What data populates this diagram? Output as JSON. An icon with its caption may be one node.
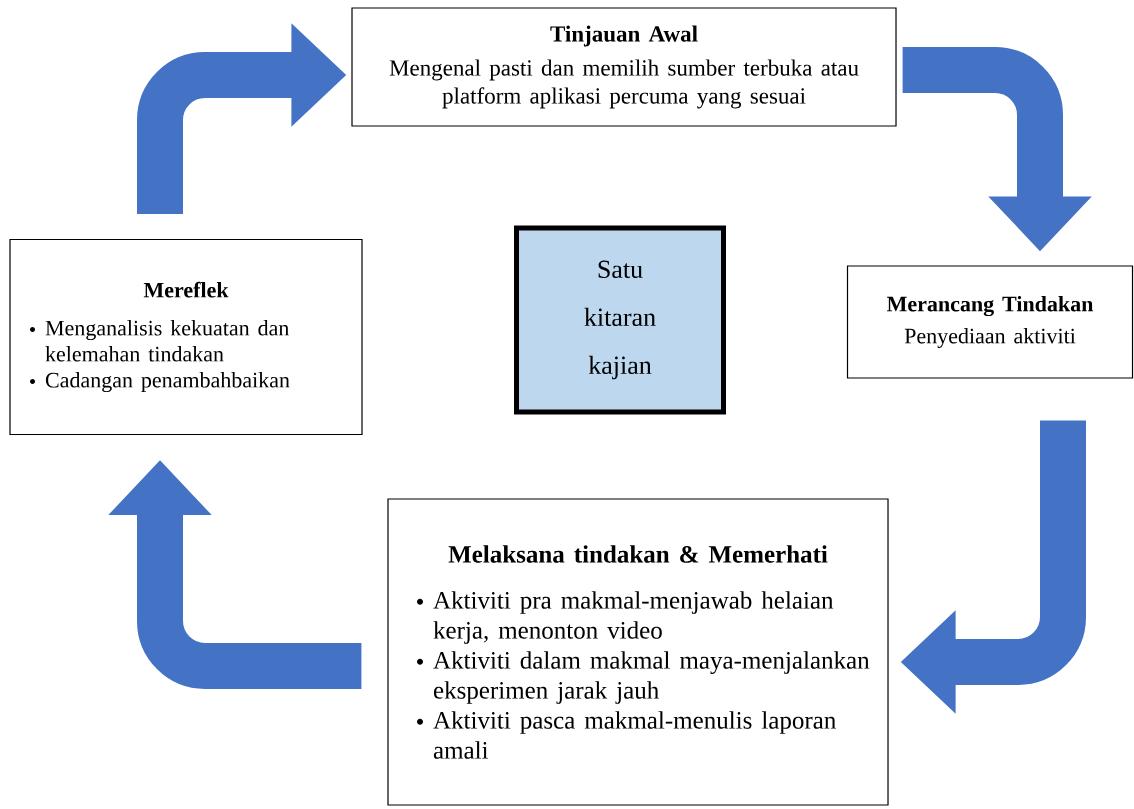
{
  "diagram": {
    "nodes": [
      {
        "text": [
          "Tinjauan Awal",
          "Mengenal pasti dan memilih sumber terbuka atau platform aplikasi percuma yang sesuai"
        ]
      },
      {
        "text": [
          "Merancang Tindakan",
          "Penyediaan aktiviti"
        ]
      },
      {
        "text": [
          "Melaksana tindakan & Memerhati",
          "Aktiviti pra makmal-menjawab helaian kerja, menonton video",
          "Aktiviti dalam makmal maya-menjalankan eksperimen jarak jauh",
          "Aktiviti pasca makmal-menulis laporan amali"
        ]
      },
      {
        "text": [
          "Mereflek",
          "Menganalisis kekuatan dan kelemahan tindakan",
          "Cadangan penambahbaikan"
        ]
      },
      {
        "text": [
          "Satu kitaran kajian"
        ]
      }
    ],
    "edges": [
      {
        "from": 0,
        "to": 1,
        "arrow": "to"
      },
      {
        "from": 1,
        "to": 2,
        "arrow": "to"
      },
      {
        "from": 2,
        "to": 3,
        "arrow": "to"
      },
      {
        "from": 3,
        "to": 0,
        "arrow": "to"
      }
    ]
  }
}
